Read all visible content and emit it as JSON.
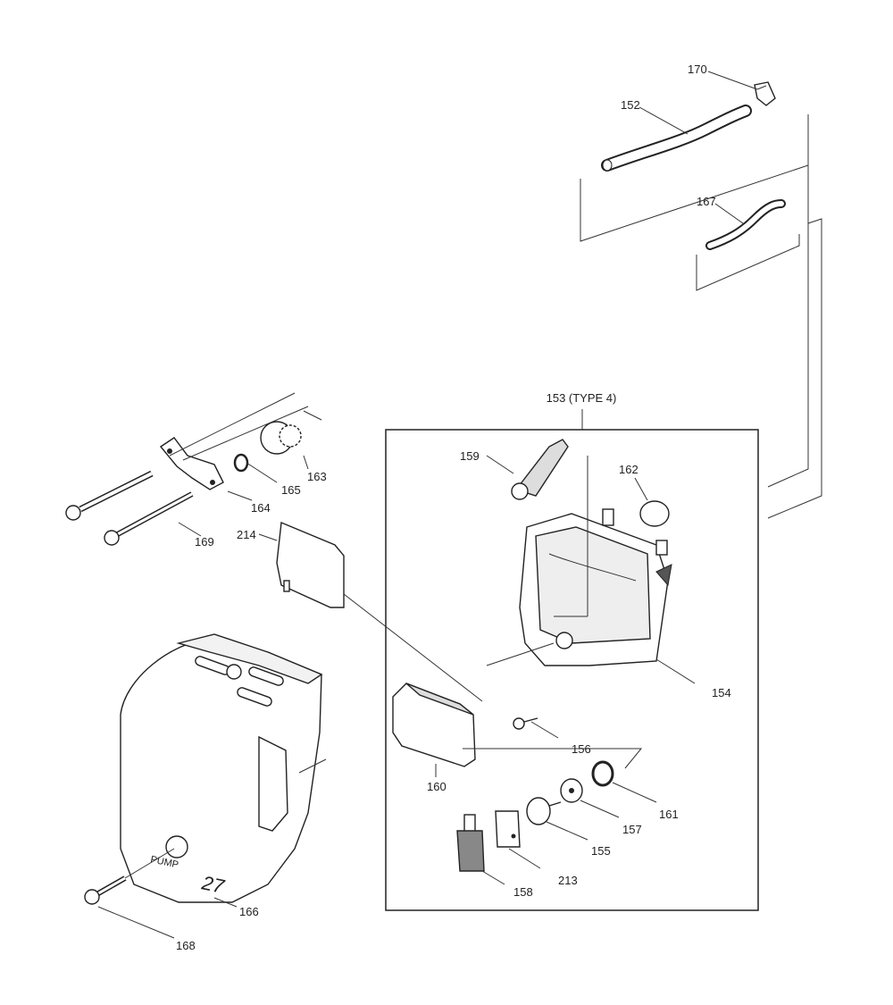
{
  "diagram": {
    "group_label": "153 (TYPE 4)",
    "parts": [
      {
        "id": "p170",
        "number": "170"
      },
      {
        "id": "p152",
        "number": "152"
      },
      {
        "id": "p167",
        "number": "167"
      },
      {
        "id": "p159",
        "number": "159"
      },
      {
        "id": "p162",
        "number": "162"
      },
      {
        "id": "p154",
        "number": "154"
      },
      {
        "id": "p156",
        "number": "156"
      },
      {
        "id": "p160",
        "number": "160"
      },
      {
        "id": "p161",
        "number": "161"
      },
      {
        "id": "p157",
        "number": "157"
      },
      {
        "id": "p155",
        "number": "155"
      },
      {
        "id": "p213",
        "number": "213"
      },
      {
        "id": "p158",
        "number": "158"
      },
      {
        "id": "p163",
        "number": "163"
      },
      {
        "id": "p165",
        "number": "165"
      },
      {
        "id": "p164",
        "number": "164"
      },
      {
        "id": "p169",
        "number": "169"
      },
      {
        "id": "p214",
        "number": "214"
      },
      {
        "id": "p166",
        "number": "166"
      },
      {
        "id": "p168",
        "number": "168"
      }
    ],
    "cover_text": {
      "pump": "PUMP",
      "model": "27"
    }
  }
}
